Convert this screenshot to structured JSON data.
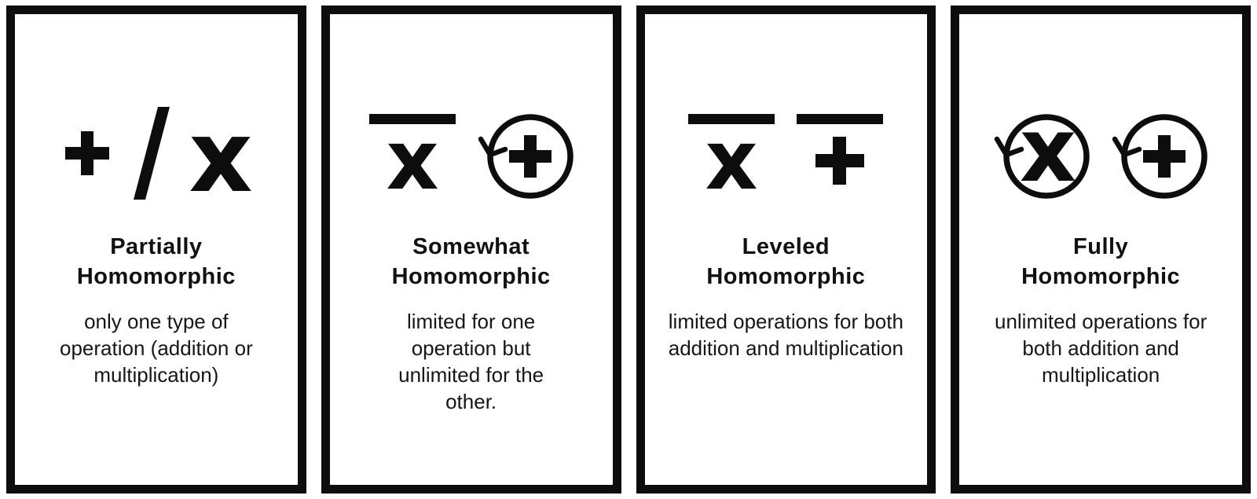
{
  "colors": {
    "ink": "#0d0d0d",
    "background": "#ffffff"
  },
  "glyphs": {
    "multiply": "x"
  },
  "cards": [
    {
      "id": "partially-homomorphic",
      "icons": [
        "plus",
        "slash",
        "multiply"
      ],
      "title_line1": "Partially",
      "title_line2": "Homomorphic",
      "description": "only one type of operation (addition or multiplication)"
    },
    {
      "id": "somewhat-homomorphic",
      "icons": [
        "multiply-overbar",
        "circled-plus-arrow"
      ],
      "title_line1": "Somewhat",
      "title_line2": "Homomorphic",
      "description": "limited for one operation but unlimited for the other."
    },
    {
      "id": "leveled-homomorphic",
      "icons": [
        "multiply-overbar",
        "plus-overbar"
      ],
      "title_line1": "Leveled",
      "title_line2": "Homomorphic",
      "description": "limited operations for both addition and multiplication"
    },
    {
      "id": "fully-homomorphic",
      "icons": [
        "circled-multiply-arrow",
        "circled-plus-arrow"
      ],
      "title_line1": "Fully",
      "title_line2": "Homomorphic",
      "description": "unlimited operations for both addition and multiplication"
    }
  ]
}
